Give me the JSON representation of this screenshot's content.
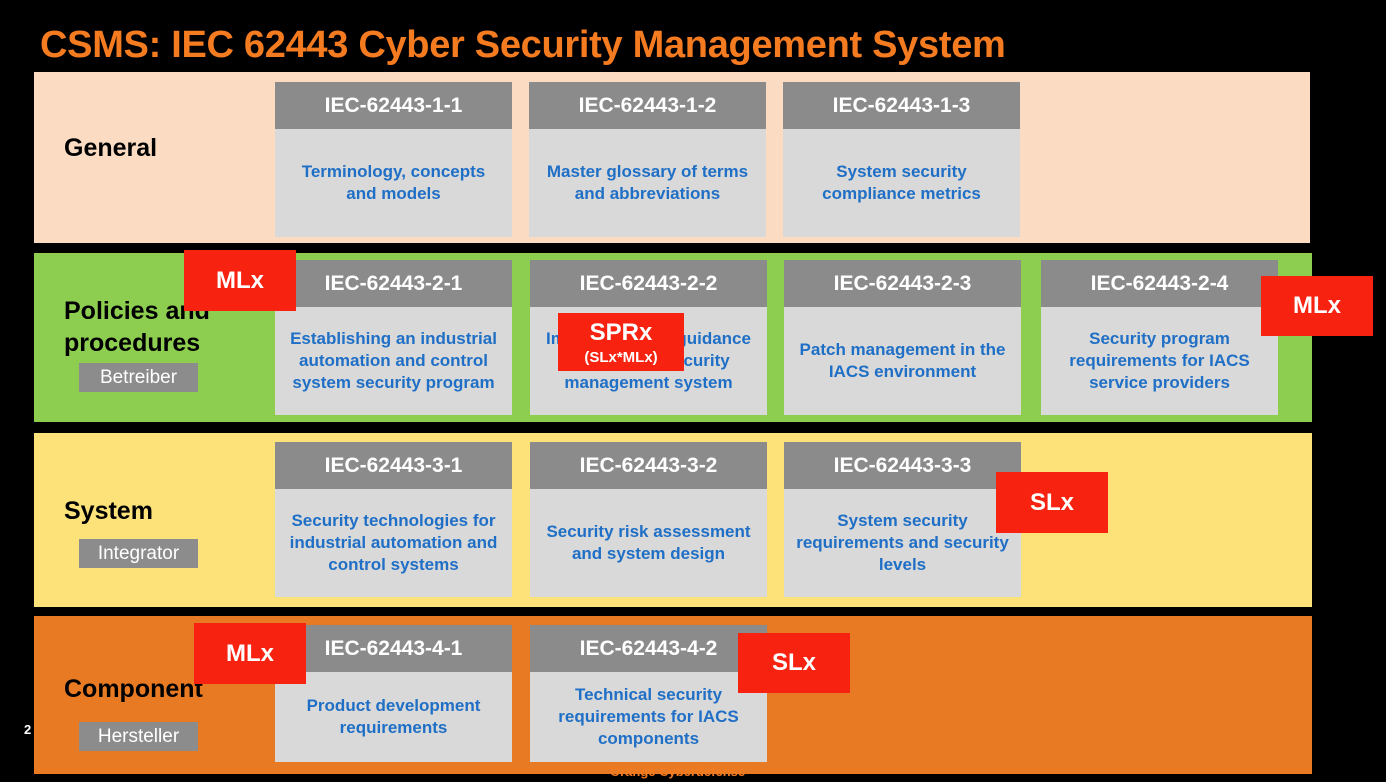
{
  "title": "CSMS: IEC 62443 Cyber Security Management System",
  "rows": {
    "general": {
      "label": "General"
    },
    "policies": {
      "label": "Policies and procedures",
      "role": "Betreiber"
    },
    "system": {
      "label": "System",
      "role": "Integrator"
    },
    "component": {
      "label": "Component",
      "role": "Hersteller"
    }
  },
  "cards": {
    "c11": {
      "id": "IEC-62443-1-1",
      "desc": "Terminology, concepts and models"
    },
    "c12": {
      "id": "IEC-62443-1-2",
      "desc": "Master glossary of terms and abbreviations"
    },
    "c13": {
      "id": "IEC-62443-1-3",
      "desc": "System security compliance metrics"
    },
    "c21": {
      "id": "IEC-62443-2-1",
      "desc": "Establishing an industrial automation and control system security program"
    },
    "c22": {
      "id": "IEC-62443-2-2",
      "desc": "Implementation guidance for an IACS security management system"
    },
    "c23": {
      "id": "IEC-62443-2-3",
      "desc": "Patch management in the IACS environment"
    },
    "c24": {
      "id": "IEC-62443-2-4",
      "desc": "Security program requirements for IACS service providers"
    },
    "c31": {
      "id": "IEC-62443-3-1",
      "desc": "Security technologies for industrial automation and control systems"
    },
    "c32": {
      "id": "IEC-62443-3-2",
      "desc": "Security risk assessment and system design"
    },
    "c33": {
      "id": "IEC-62443-3-3",
      "desc": "System security requirements and security levels"
    },
    "c41": {
      "id": "IEC-62443-4-1",
      "desc": "Product development requirements"
    },
    "c42": {
      "id": "IEC-62443-4-2",
      "desc": "Technical security requirements for IACS components"
    }
  },
  "badges": {
    "mlx_policies": "MLx",
    "sprx": "SPRx",
    "sprx_sub": "(SLx*MLx)",
    "mlx_right": "MLx",
    "slx_system": "SLx",
    "mlx_component": "MLx",
    "slx_component": "SLx"
  },
  "page_number": "2",
  "footer": "Orange Cyberdefense",
  "colors": {
    "title": "#f57b20",
    "general": "#fbdcc2",
    "policies": "#8dcd50",
    "system": "#fde27a",
    "component": "#e77a22",
    "badge": "#f72210",
    "card_text": "#1f6fc6"
  }
}
